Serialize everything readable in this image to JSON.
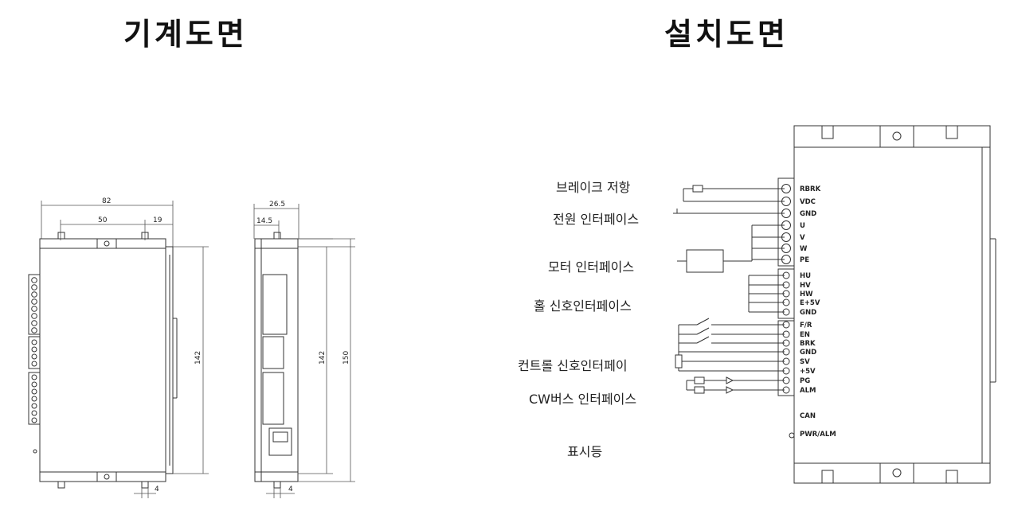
{
  "titles": {
    "mechanical": "기계도면",
    "installation": "설치도면"
  },
  "dimensions": {
    "width_total": "82",
    "width_a": "50",
    "width_b": "19",
    "height": "142",
    "side_width": "26.5",
    "side_offset": "14.5",
    "side_height_a": "142",
    "side_height_b": "150",
    "slot": "4",
    "slot_side": "4"
  },
  "labels": {
    "brake_resistor": "브레이크 저항",
    "power_interface": "전원 인터페이스",
    "motor_interface": "모터 인터페이스",
    "hall_interface": "홀 신호인터페이스",
    "control_interface": "컨트롤  신호인터페이",
    "cw_bus_interface": "CW버스 인터페이스",
    "indicator": "표시등"
  },
  "terminals": [
    "RBRK",
    "VDC",
    "GND",
    "U",
    "V",
    "W",
    "PE",
    "HU",
    "HV",
    "HW",
    "E+5V",
    "GND",
    "F/R",
    "EN",
    "BRK",
    "GND",
    "SV",
    "+5V",
    "PG",
    "ALM"
  ],
  "ports": {
    "can": "CAN",
    "pwr_alm": "PWR/ALM"
  }
}
